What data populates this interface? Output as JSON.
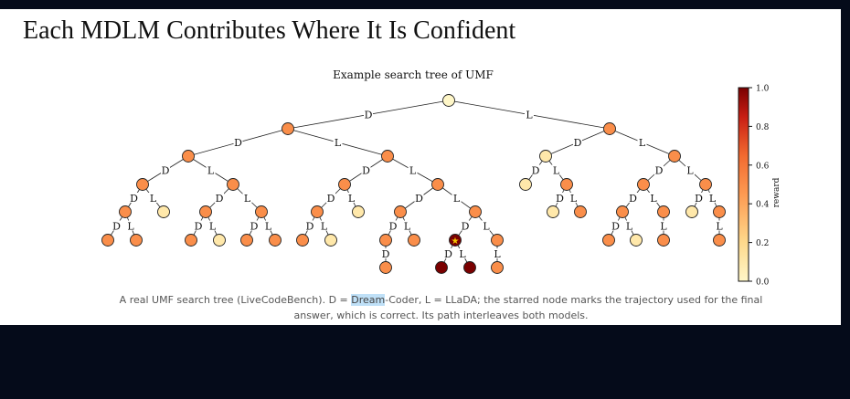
{
  "slide": {
    "title": "Each MDLM Contributes Where It Is Confident"
  },
  "figure": {
    "title": "Example search tree of UMF",
    "colorbar": {
      "label": "reward",
      "ticks": [
        "0.0",
        "0.2",
        "0.4",
        "0.6",
        "0.8",
        "1.0"
      ],
      "range": [
        0.0,
        1.0
      ],
      "colors": {
        "low": "#fff7c8",
        "mid": "#f57b3c",
        "high": "#7a0000"
      }
    },
    "star_glyph": "★",
    "tree": {
      "id": "root",
      "reward": 0.0,
      "children": [
        {
          "id": "n1",
          "edge": "D",
          "reward": 0.5,
          "children": [
            {
              "id": "n2",
              "edge": "D",
              "reward": 0.5,
              "children": [
                {
                  "id": "n3",
                  "edge": "D",
                  "reward": 0.5,
                  "children": [
                    {
                      "id": "n4",
                      "edge": "D",
                      "reward": 0.5,
                      "children": [
                        {
                          "id": "n5",
                          "edge": "D",
                          "reward": 0.5
                        },
                        {
                          "id": "n6",
                          "edge": "L",
                          "reward": 0.5
                        }
                      ]
                    },
                    {
                      "id": "n7",
                      "edge": "L",
                      "reward": 0.1
                    }
                  ]
                },
                {
                  "id": "n8",
                  "edge": "L",
                  "reward": 0.5,
                  "children": [
                    {
                      "id": "n9",
                      "edge": "D",
                      "reward": 0.5,
                      "children": [
                        {
                          "id": "n10",
                          "edge": "D",
                          "reward": 0.5
                        },
                        {
                          "id": "n11",
                          "edge": "L",
                          "reward": 0.1
                        }
                      ]
                    },
                    {
                      "id": "n12",
                      "edge": "L",
                      "reward": 0.5,
                      "children": [
                        {
                          "id": "n13",
                          "edge": "D",
                          "reward": 0.5
                        },
                        {
                          "id": "n14",
                          "edge": "L",
                          "reward": 0.5
                        }
                      ]
                    }
                  ]
                }
              ]
            },
            {
              "id": "n15",
              "edge": "L",
              "reward": 0.5,
              "children": [
                {
                  "id": "n16",
                  "edge": "D",
                  "reward": 0.5,
                  "children": [
                    {
                      "id": "n17",
                      "edge": "D",
                      "reward": 0.5,
                      "children": [
                        {
                          "id": "n18",
                          "edge": "D",
                          "reward": 0.5
                        },
                        {
                          "id": "n19",
                          "edge": "L",
                          "reward": 0.1
                        }
                      ]
                    },
                    {
                      "id": "n20",
                      "edge": "L",
                      "reward": 0.1
                    }
                  ]
                },
                {
                  "id": "n21",
                  "edge": "L",
                  "reward": 0.5,
                  "children": [
                    {
                      "id": "n22",
                      "edge": "D",
                      "reward": 0.5,
                      "children": [
                        {
                          "id": "n23",
                          "edge": "D",
                          "reward": 0.5,
                          "children": [
                            {
                              "id": "n24",
                              "edge": "D",
                              "reward": 0.5
                            }
                          ]
                        },
                        {
                          "id": "n25",
                          "edge": "L",
                          "reward": 0.5
                        }
                      ]
                    },
                    {
                      "id": "n26",
                      "edge": "L",
                      "reward": 0.5,
                      "children": [
                        {
                          "id": "n27",
                          "edge": "D",
                          "reward": 1.0,
                          "starred": true,
                          "children": [
                            {
                              "id": "n28",
                              "edge": "D",
                              "reward": 1.0
                            },
                            {
                              "id": "n29",
                              "edge": "L",
                              "reward": 1.0
                            }
                          ]
                        },
                        {
                          "id": "n30",
                          "edge": "L",
                          "reward": 0.5,
                          "children": [
                            {
                              "id": "n31",
                              "edge": "L",
                              "reward": 0.5
                            }
                          ]
                        }
                      ]
                    }
                  ]
                }
              ]
            }
          ]
        },
        {
          "id": "n32",
          "edge": "L",
          "reward": 0.5,
          "children": [
            {
              "id": "n33",
              "edge": "D",
              "reward": 0.1,
              "children": [
                {
                  "id": "n34",
                  "edge": "D",
                  "reward": 0.1
                },
                {
                  "id": "n35",
                  "edge": "L",
                  "reward": 0.5,
                  "children": [
                    {
                      "id": "n36",
                      "edge": "D",
                      "reward": 0.1
                    },
                    {
                      "id": "n37",
                      "edge": "L",
                      "reward": 0.5
                    }
                  ]
                }
              ]
            },
            {
              "id": "n38",
              "edge": "L",
              "reward": 0.5,
              "children": [
                {
                  "id": "n39",
                  "edge": "D",
                  "reward": 0.5,
                  "children": [
                    {
                      "id": "n40",
                      "edge": "D",
                      "reward": 0.5,
                      "children": [
                        {
                          "id": "n41",
                          "edge": "D",
                          "reward": 0.5
                        },
                        {
                          "id": "n42",
                          "edge": "L",
                          "reward": 0.1
                        }
                      ]
                    },
                    {
                      "id": "n43",
                      "edge": "L",
                      "reward": 0.5,
                      "children": [
                        {
                          "id": "n44",
                          "edge": "L",
                          "reward": 0.5
                        }
                      ]
                    }
                  ]
                },
                {
                  "id": "n45",
                  "edge": "L",
                  "reward": 0.5,
                  "children": [
                    {
                      "id": "n46",
                      "edge": "D",
                      "reward": 0.1
                    },
                    {
                      "id": "n47",
                      "edge": "L",
                      "reward": 0.5,
                      "children": [
                        {
                          "id": "n48",
                          "edge": "L",
                          "reward": 0.5
                        }
                      ]
                    }
                  ]
                }
              ]
            }
          ]
        }
      ]
    }
  },
  "caption": {
    "before_highlight": "A real UMF search tree (LiveCodeBench). D = ",
    "highlight": "Dream",
    "after_highlight": "-Coder, L = LLaDA; the starred node marks the trajectory used for the final answer, which is correct. Its path interleaves both models."
  }
}
